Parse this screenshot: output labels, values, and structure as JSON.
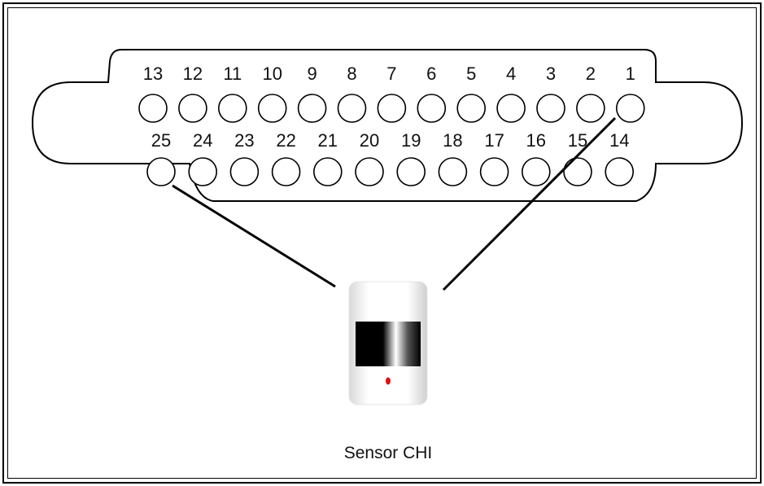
{
  "connector": {
    "top_row_pins": [
      "13",
      "12",
      "11",
      "10",
      "9",
      "8",
      "7",
      "6",
      "5",
      "4",
      "3",
      "2",
      "1"
    ],
    "bottom_row_pins": [
      "25",
      "24",
      "23",
      "22",
      "21",
      "20",
      "19",
      "18",
      "17",
      "16",
      "15",
      "14"
    ],
    "connected_pins": [
      "25",
      "1"
    ]
  },
  "sensor": {
    "label": "Sensor CHI",
    "led_color": "#e01010"
  },
  "colors": {
    "line": "#000000",
    "outline": "#000000",
    "background": "#ffffff"
  }
}
